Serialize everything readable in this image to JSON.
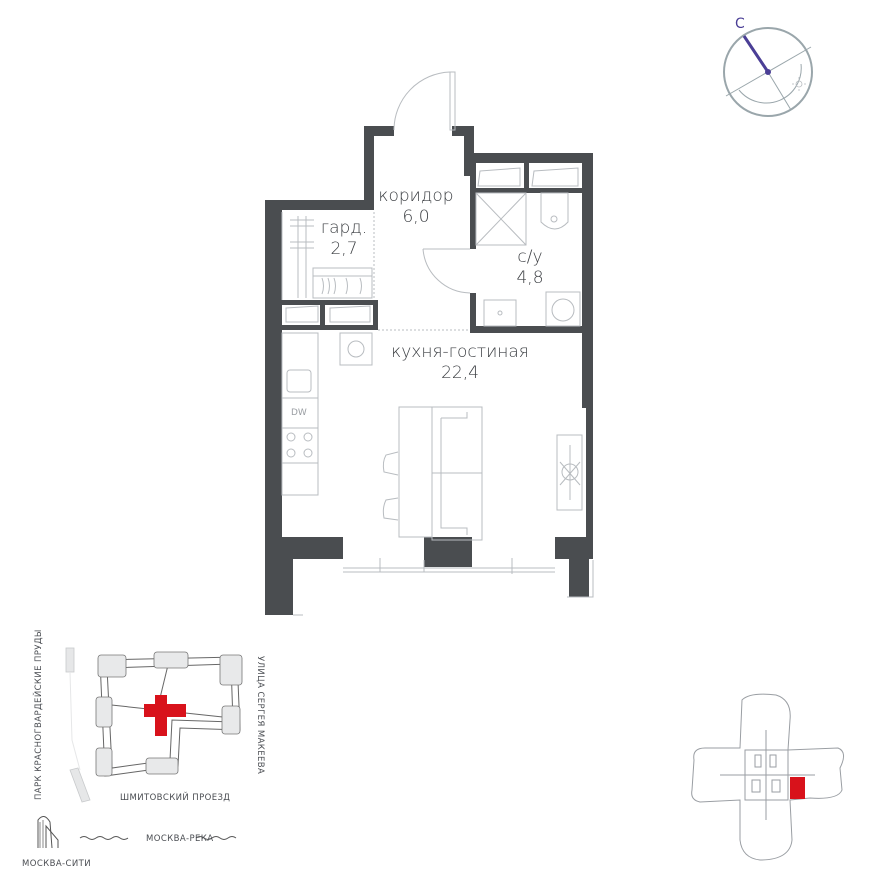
{
  "floorplan": {
    "rooms": [
      {
        "id": "corridor",
        "name": "коридор",
        "area": "6,0"
      },
      {
        "id": "wardrobe",
        "name": "гард.",
        "area": "2,7"
      },
      {
        "id": "bathroom",
        "name": "с/у",
        "area": "4,8"
      },
      {
        "id": "kitchen-living",
        "name": "кухня-гостиная",
        "area": "22,4"
      }
    ],
    "appliance_labels": {
      "dishwasher": "DW"
    },
    "colors": {
      "wall": "#4a4d50",
      "line": "#b8bcc0",
      "text": "#3c3f43"
    }
  },
  "compass": {
    "north_label": "С",
    "colors": {
      "ring": "#9aa6ab",
      "needle": "#4b3f96"
    },
    "icons": [
      "compass-icon",
      "sun-icon"
    ]
  },
  "site_map": {
    "labels": {
      "park": "ПАРК КРАСНОГВАРДЕЙСКИЕ ПРУДЫ",
      "street_east": "УЛИЦА СЕРГЕЯ МАКЕЕВА",
      "street_south": "ШМИТОВСКИЙ ПРОЕЗД",
      "river": "МОСКВА-РЕКА",
      "city": "МОСКВА-СИТИ"
    },
    "highlight_color": "#d8121b"
  },
  "floor_key": {
    "highlight_color": "#d8121b"
  }
}
